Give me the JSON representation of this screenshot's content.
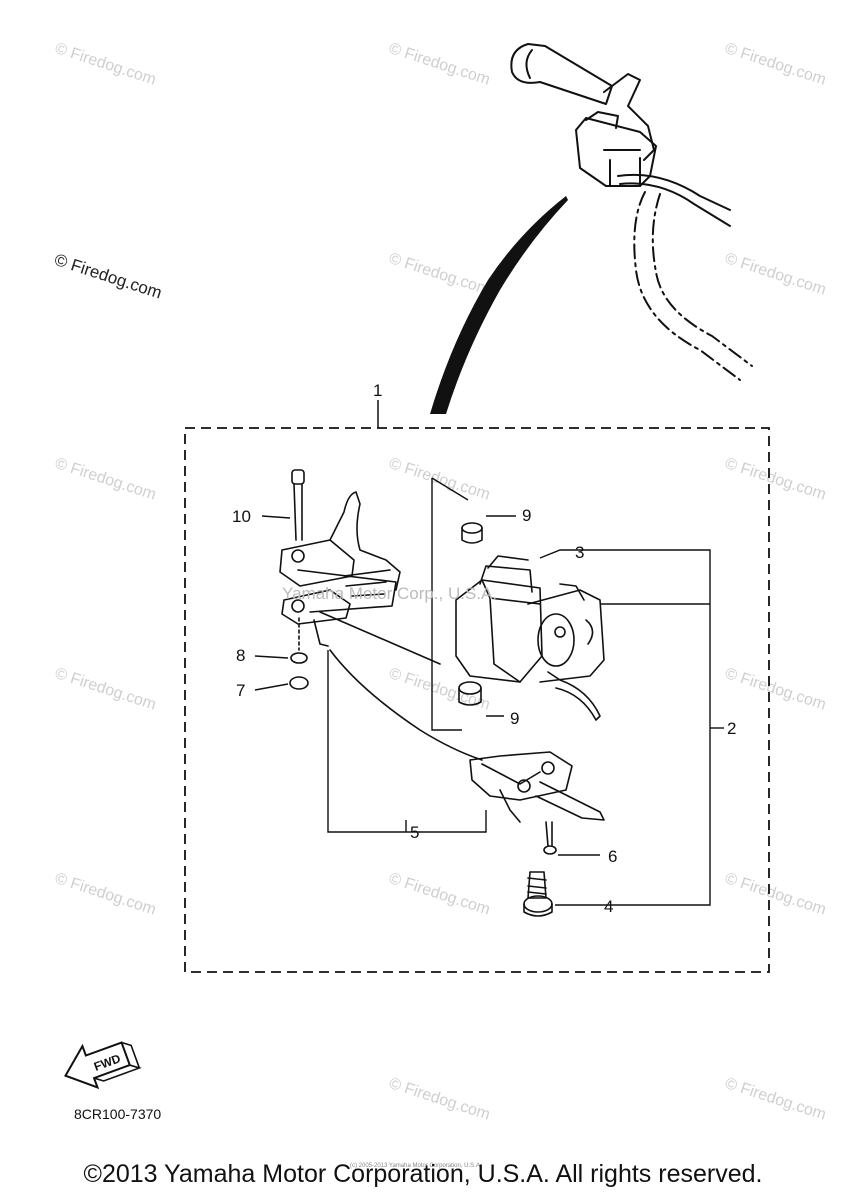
{
  "watermarks": {
    "firedog_text": "© Firedog.com",
    "header_mark": "© Firedog.com",
    "center_text": "Yamaha Motor Corp., U.S.A."
  },
  "callouts": [
    {
      "id": "1",
      "label": "1"
    },
    {
      "id": "2",
      "label": "2"
    },
    {
      "id": "3",
      "label": "3"
    },
    {
      "id": "4",
      "label": "4"
    },
    {
      "id": "5",
      "label": "5"
    },
    {
      "id": "6",
      "label": "6"
    },
    {
      "id": "7",
      "label": "7"
    },
    {
      "id": "8",
      "label": "8"
    },
    {
      "id": "9a",
      "label": "9"
    },
    {
      "id": "9b",
      "label": "9"
    },
    {
      "id": "10",
      "label": "10"
    }
  ],
  "fwd_label": "FWD",
  "part_code": "8CR100-7370",
  "small_notice": "(c) 2005-2013 Yamaha Motor Corporation, U.S.A.",
  "copyright": "©2013 Yamaha Motor Corporation, U.S.A. All rights reserved."
}
